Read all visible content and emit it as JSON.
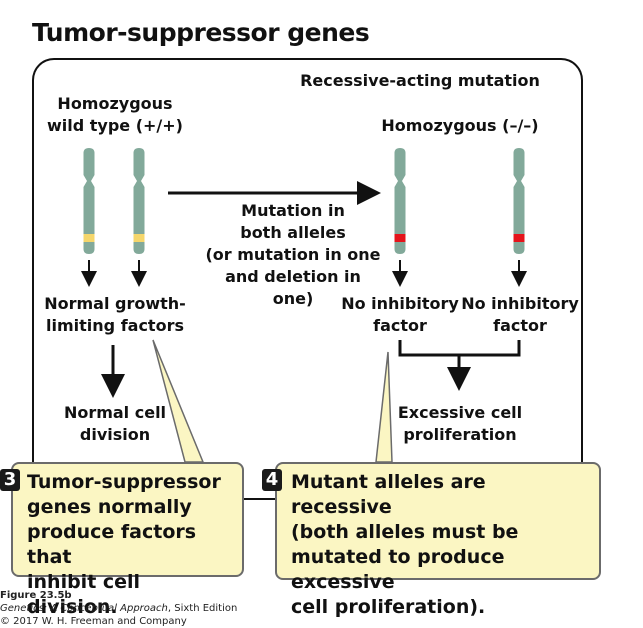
{
  "title": "Tumor-suppressor genes",
  "section_heading": "Recessive-acting mutation",
  "wild_type": {
    "label_line1": "Homozygous",
    "label_line2": "wild type (+/+)",
    "product_line1": "Normal growth-",
    "product_line2": "limiting factors",
    "outcome_line1": "Normal cell",
    "outcome_line2": "division",
    "allele_color": "#f5d66b"
  },
  "mutation_arrow": {
    "line1": "Mutation in",
    "line2": "both alleles",
    "line3": "(or mutation in one",
    "line4": "and deletion in one)"
  },
  "mutant": {
    "label": "Homozygous (–/–)",
    "product_left_line1": "No inhibitory",
    "product_left_line2": "factor",
    "product_right_line1": "No inhibitory",
    "product_right_line2": "factor",
    "outcome_line1": "Excessive cell",
    "outcome_line2": "proliferation",
    "allele_color": "#e4141b"
  },
  "chromosome_color": "#82a99a",
  "callouts": [
    {
      "number": "3",
      "lines": [
        "Tumor-suppressor",
        "genes normally",
        "produce factors that",
        "inhibit cell division."
      ]
    },
    {
      "number": "4",
      "lines": [
        "Mutant alleles are recessive",
        "(both alleles must be",
        "mutated to produce excessive",
        "cell proliferation)."
      ]
    }
  ],
  "caption": {
    "figure": "Figure 23.5b",
    "book_italic": "Genetics: A Conceptual Approach",
    "book_rest": ", Sixth Edition",
    "copyright": "© 2017 W. H. Freeman and Company"
  }
}
